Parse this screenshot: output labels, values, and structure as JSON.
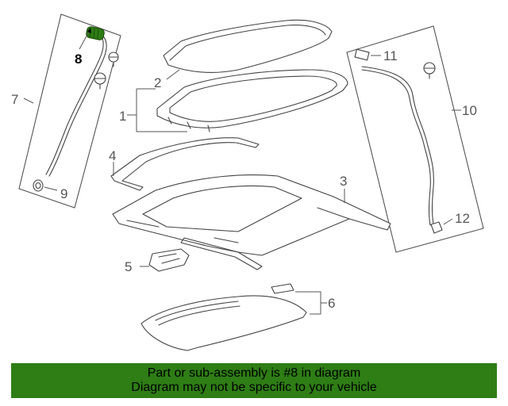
{
  "callouts": {
    "c1": "1",
    "c2": "2",
    "c3": "3",
    "c4": "4",
    "c5": "5",
    "c6": "6",
    "c7": "7",
    "c8": "8",
    "c9": "9",
    "c10": "10",
    "c11": "11",
    "c12": "12"
  },
  "highlight_part": "8",
  "colors": {
    "highlight": "#2e7d15",
    "banner": "#2e7d15"
  },
  "banner": {
    "line1": "Part or sub-assembly is #8 in diagram",
    "line2": "Diagram may not be specific to your vehicle"
  }
}
